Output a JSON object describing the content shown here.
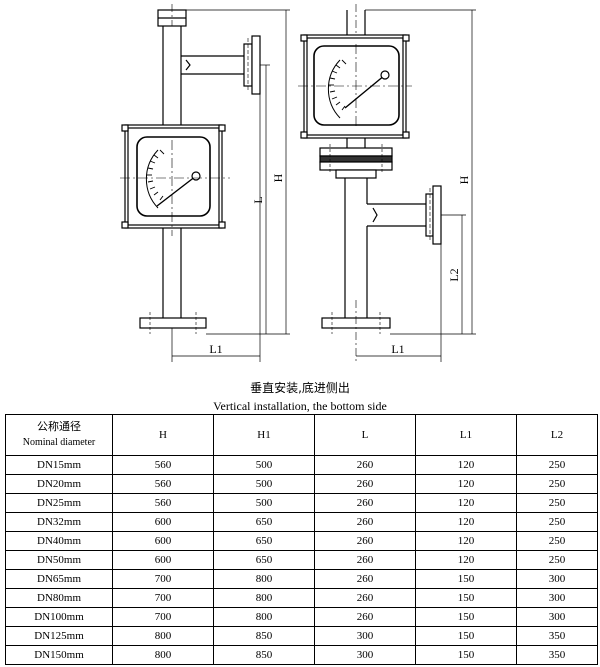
{
  "drawing": {
    "left_labels": {
      "height": "H",
      "length": "L",
      "length1": "L1"
    },
    "right_labels": {
      "height": "H",
      "length2": "L2",
      "length1": "L1"
    }
  },
  "caption": {
    "chinese": "垂直安装,底进侧出",
    "english": "Vertical installation, the bottom side"
  },
  "table": {
    "header": {
      "col0_cn": "公称通径",
      "col0_en": "Nominal diameter",
      "cols": [
        "H",
        "H1",
        "L",
        "L1",
        "L2"
      ]
    },
    "rows": [
      [
        "DN15mm",
        "560",
        "500",
        "260",
        "120",
        "250"
      ],
      [
        "DN20mm",
        "560",
        "500",
        "260",
        "120",
        "250"
      ],
      [
        "DN25mm",
        "560",
        "500",
        "260",
        "120",
        "250"
      ],
      [
        "DN32mm",
        "600",
        "650",
        "260",
        "120",
        "250"
      ],
      [
        "DN40mm",
        "600",
        "650",
        "260",
        "120",
        "250"
      ],
      [
        "DN50mm",
        "600",
        "650",
        "260",
        "120",
        "250"
      ],
      [
        "DN65mm",
        "700",
        "800",
        "260",
        "150",
        "300"
      ],
      [
        "DN80mm",
        "700",
        "800",
        "260",
        "150",
        "300"
      ],
      [
        "DN100mm",
        "700",
        "800",
        "260",
        "150",
        "300"
      ],
      [
        "DN125mm",
        "800",
        "850",
        "300",
        "150",
        "350"
      ],
      [
        "DN150mm",
        "800",
        "850",
        "300",
        "150",
        "350"
      ]
    ]
  }
}
